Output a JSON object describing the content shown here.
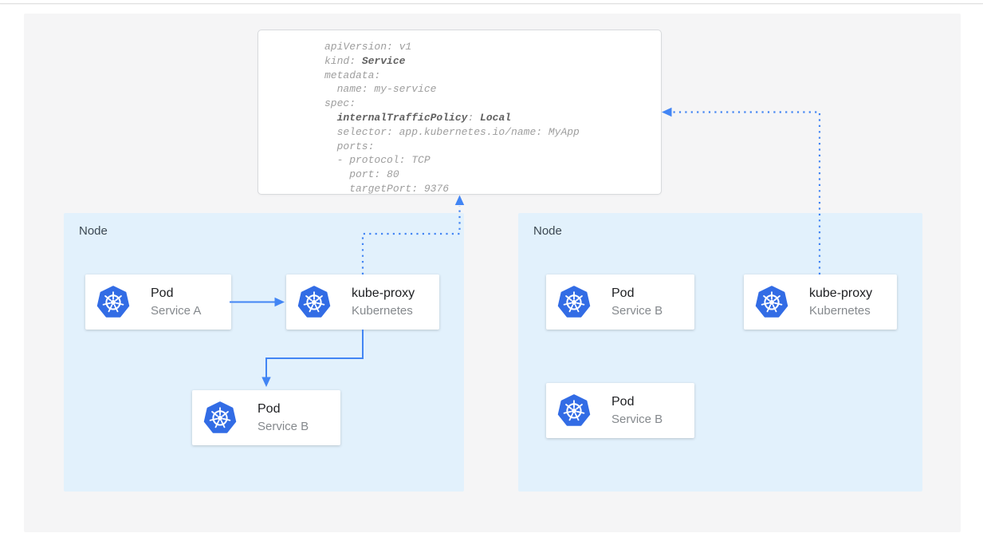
{
  "yaml_card": {
    "lines": [
      [
        {
          "t": "apiVersion: v1"
        }
      ],
      [
        {
          "t": "kind: "
        },
        {
          "t": "Service",
          "b": true
        }
      ],
      [
        {
          "t": "metadata:"
        }
      ],
      [
        {
          "t": "  name: my-service"
        }
      ],
      [
        {
          "t": "spec:"
        }
      ],
      [
        {
          "t": "  "
        },
        {
          "t": "internalTrafficPolicy",
          "b": true
        },
        {
          "t": ": "
        },
        {
          "t": "Local",
          "b": true
        }
      ],
      [
        {
          "t": "  selector: app.kubernetes.io/name: MyApp"
        }
      ],
      [
        {
          "t": "  ports:"
        }
      ],
      [
        {
          "t": "  - protocol: TCP"
        }
      ],
      [
        {
          "t": "    port: 80"
        }
      ],
      [
        {
          "t": "    targetPort: 9376"
        }
      ]
    ]
  },
  "nodes": {
    "left": {
      "label": "Node",
      "cards": {
        "pod_a": {
          "title": "Pod",
          "subtitle": "Service A",
          "icon": "kubernetes-icon"
        },
        "kube_proxy": {
          "title": "kube-proxy",
          "subtitle": "Kubernetes",
          "icon": "kubernetes-icon"
        },
        "pod_b": {
          "title": "Pod",
          "subtitle": "Service B",
          "icon": "kubernetes-icon"
        }
      }
    },
    "right": {
      "label": "Node",
      "cards": {
        "pod_b1": {
          "title": "Pod",
          "subtitle": "Service B",
          "icon": "kubernetes-icon"
        },
        "kube_proxy": {
          "title": "kube-proxy",
          "subtitle": "Kubernetes",
          "icon": "kubernetes-icon"
        },
        "pod_b2": {
          "title": "Pod",
          "subtitle": "Service B",
          "icon": "kubernetes-icon"
        }
      }
    }
  },
  "colors": {
    "accent_blue": "#4285f4",
    "kubernetes_blue": "#326ce5",
    "node_background": "#e2f1fc",
    "panel_background": "#f5f5f6",
    "yaml_text": "#9e9e9e",
    "yaml_bold_text": "#616161"
  }
}
